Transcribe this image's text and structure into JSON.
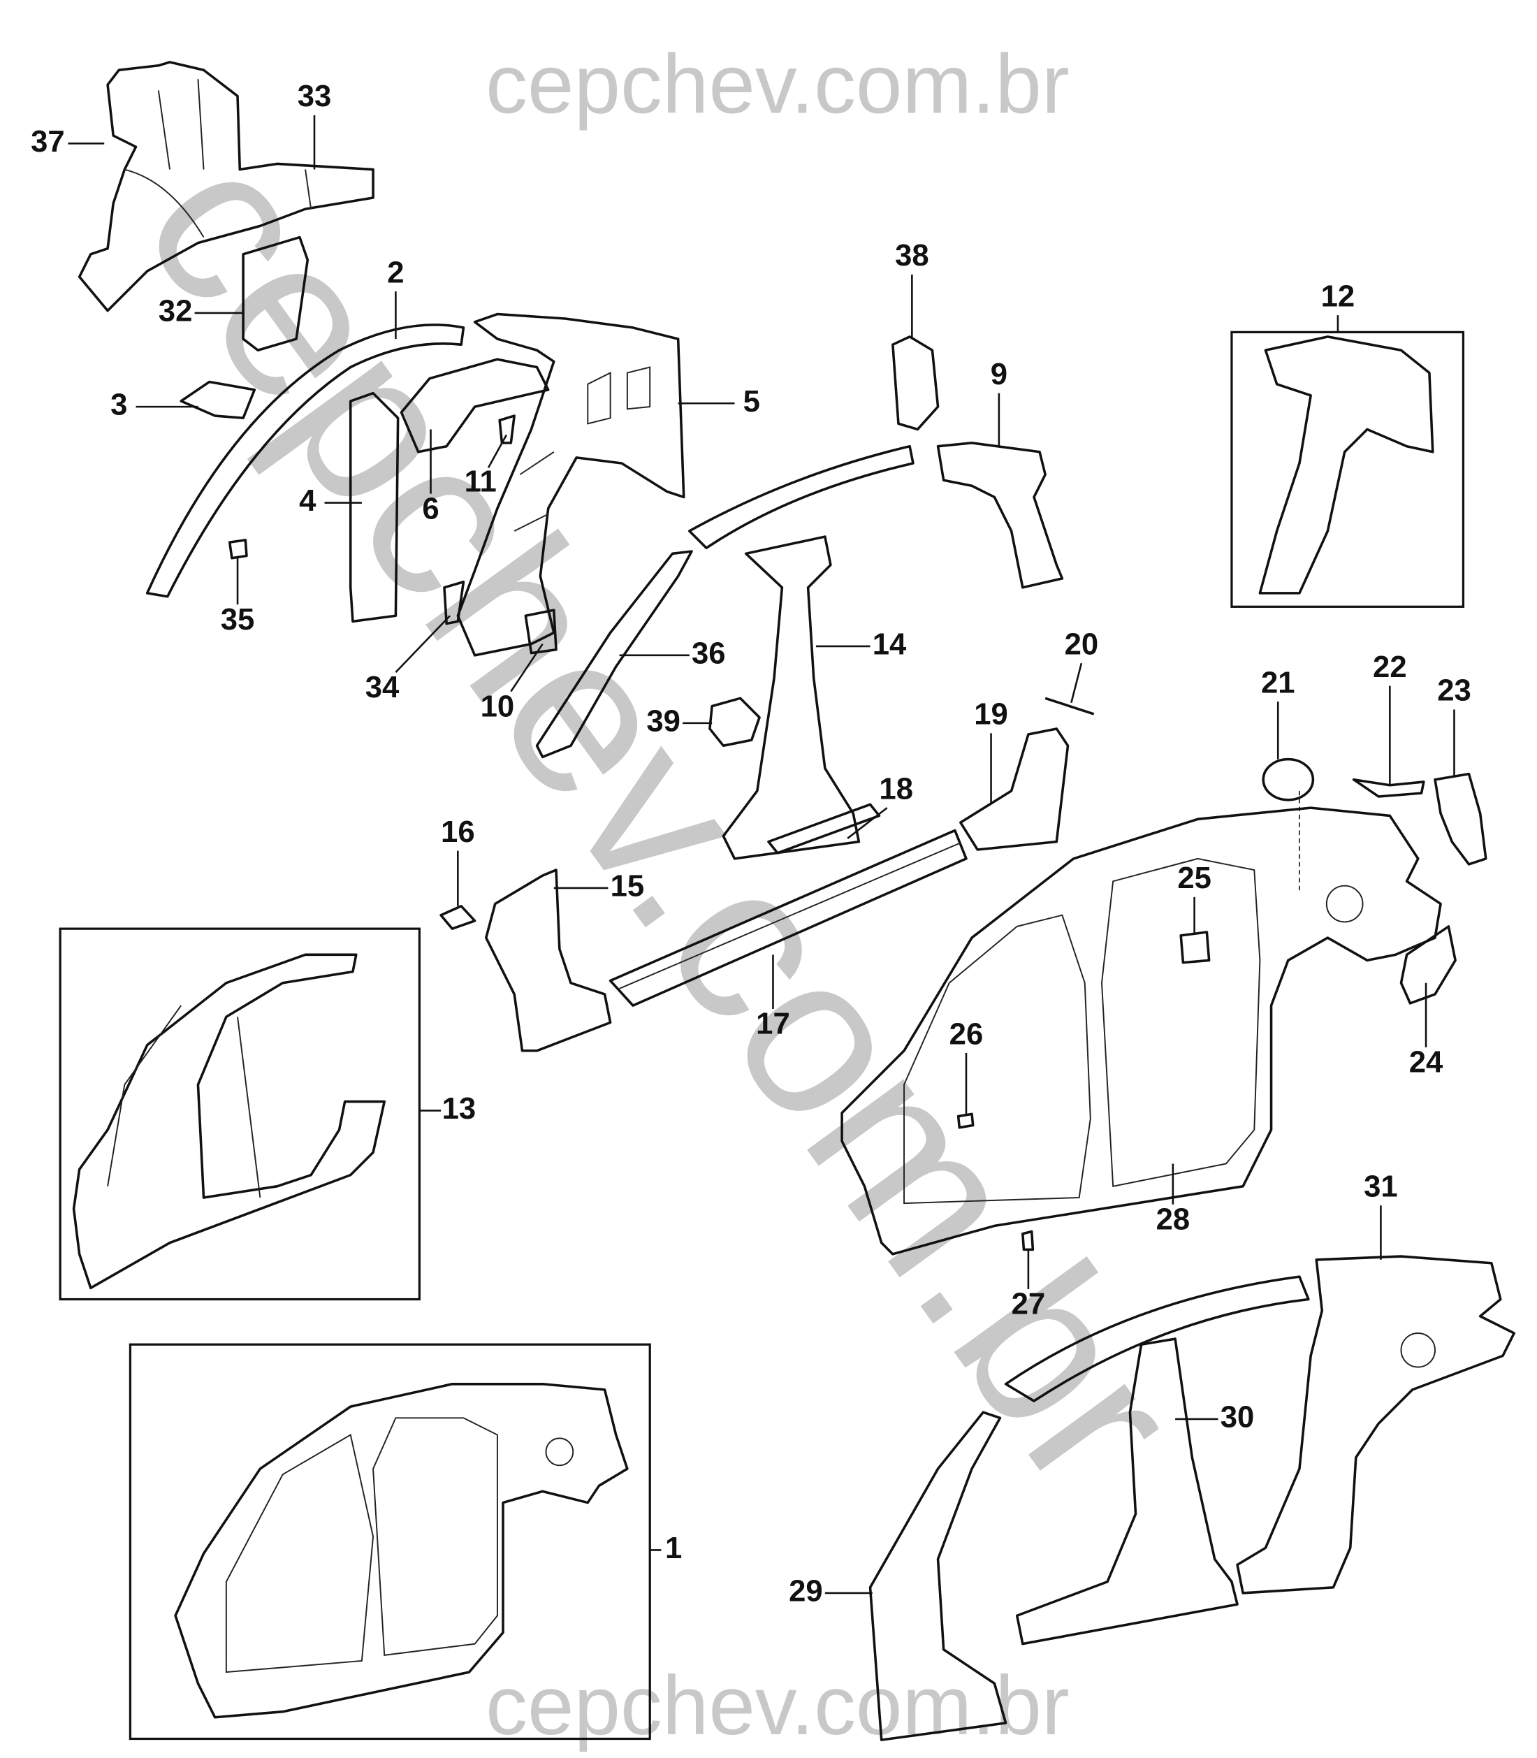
{
  "title": "Side body panel parts diagram",
  "watermark": {
    "text": "cepchev.com.br",
    "color": "#c8c8c8"
  },
  "callouts": [
    "1",
    "2",
    "3",
    "4",
    "5",
    "6",
    "9",
    "10",
    "11",
    "12",
    "13",
    "14",
    "15",
    "16",
    "17",
    "18",
    "19",
    "20",
    "21",
    "22",
    "23",
    "24",
    "25",
    "26",
    "27",
    "28",
    "29",
    "30",
    "31",
    "32",
    "33",
    "34",
    "35",
    "36",
    "37",
    "38",
    "39"
  ]
}
